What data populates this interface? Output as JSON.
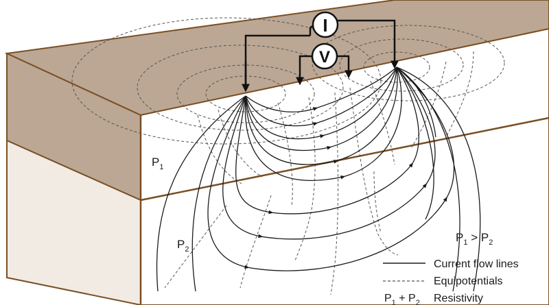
{
  "meters": {
    "current": "I",
    "voltage": "V"
  },
  "layers": {
    "upper": {
      "symbol": "P",
      "subscript": "1"
    },
    "lower": {
      "symbol": "P",
      "subscript": "2"
    }
  },
  "relation": {
    "left": "P",
    "left_sub": "1",
    "op": " > ",
    "right": "P",
    "right_sub": "2"
  },
  "legend": {
    "current_flow": "Current flow lines",
    "equipotentials": "Equipotentials",
    "resistivity": {
      "a": "P",
      "a_sub": "1",
      "op": " + ",
      "b": "P",
      "b_sub": "2",
      "label": "Resistivity"
    }
  },
  "colors": {
    "topsoil": "#bba794",
    "lower_layer": "#f2ebe3",
    "edge": "#7a4f24",
    "line": "#1a1a1a"
  }
}
